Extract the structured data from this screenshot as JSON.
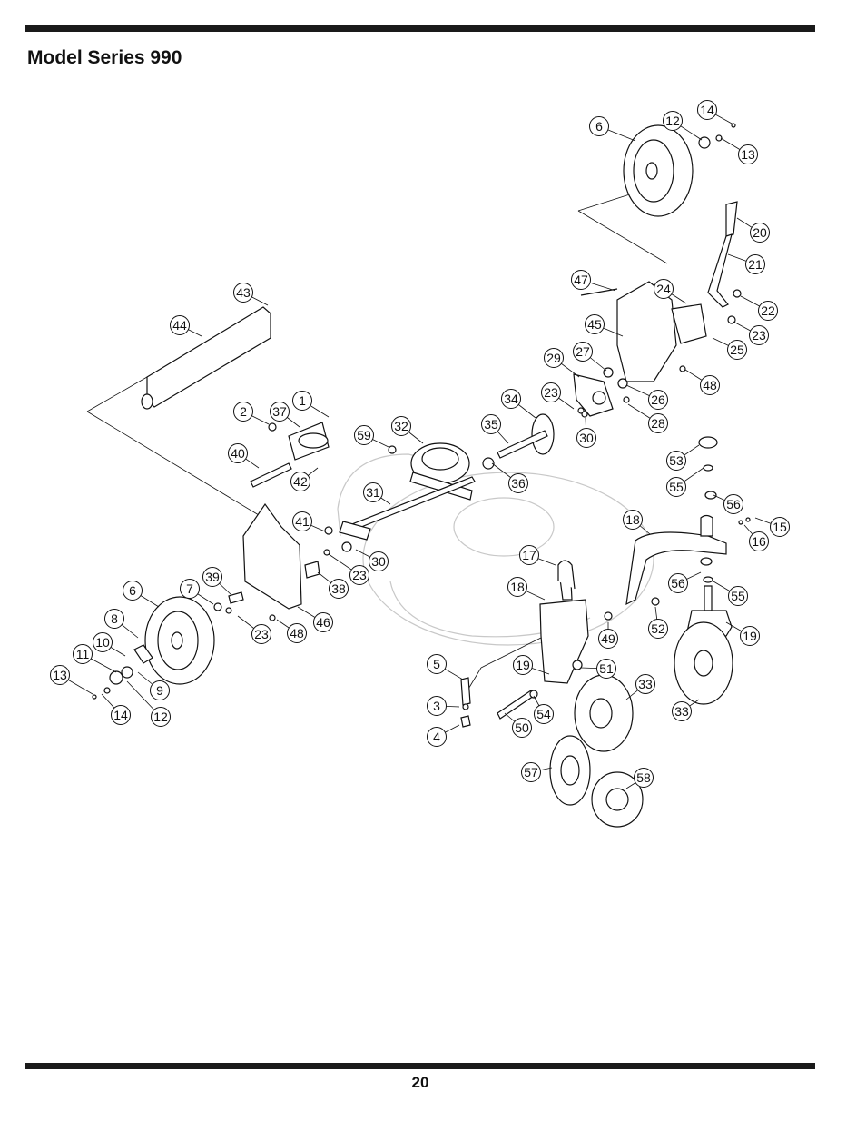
{
  "header": {
    "title": "Model Series 990"
  },
  "footer": {
    "page_number": "20"
  },
  "diagram": {
    "callouts": [
      {
        "id": "c14a",
        "label": "14"
      },
      {
        "id": "c12a",
        "label": "12"
      },
      {
        "id": "c6a",
        "label": "6"
      },
      {
        "id": "c13a",
        "label": "13"
      },
      {
        "id": "c20",
        "label": "20"
      },
      {
        "id": "c21",
        "label": "21"
      },
      {
        "id": "c47",
        "label": "47"
      },
      {
        "id": "c24",
        "label": "24"
      },
      {
        "id": "c22",
        "label": "22"
      },
      {
        "id": "c45",
        "label": "45"
      },
      {
        "id": "c23a",
        "label": "23"
      },
      {
        "id": "c25",
        "label": "25"
      },
      {
        "id": "c27",
        "label": "27"
      },
      {
        "id": "c29",
        "label": "29"
      },
      {
        "id": "c48a",
        "label": "48"
      },
      {
        "id": "c43",
        "label": "43"
      },
      {
        "id": "c44",
        "label": "44"
      },
      {
        "id": "c34",
        "label": "34"
      },
      {
        "id": "c23b",
        "label": "23"
      },
      {
        "id": "c26",
        "label": "26"
      },
      {
        "id": "c28",
        "label": "28"
      },
      {
        "id": "c1",
        "label": "1"
      },
      {
        "id": "c2",
        "label": "2"
      },
      {
        "id": "c37",
        "label": "37"
      },
      {
        "id": "c32",
        "label": "32"
      },
      {
        "id": "c35",
        "label": "35"
      },
      {
        "id": "c30a",
        "label": "30"
      },
      {
        "id": "c59",
        "label": "59"
      },
      {
        "id": "c40",
        "label": "40"
      },
      {
        "id": "c42",
        "label": "42"
      },
      {
        "id": "c36",
        "label": "36"
      },
      {
        "id": "c53",
        "label": "53"
      },
      {
        "id": "c55a",
        "label": "55"
      },
      {
        "id": "c31",
        "label": "31"
      },
      {
        "id": "c56a",
        "label": "56"
      },
      {
        "id": "c41",
        "label": "41"
      },
      {
        "id": "c18a",
        "label": "18"
      },
      {
        "id": "c15",
        "label": "15"
      },
      {
        "id": "c16",
        "label": "16"
      },
      {
        "id": "c17",
        "label": "17"
      },
      {
        "id": "c30b",
        "label": "30"
      },
      {
        "id": "c23c",
        "label": "23"
      },
      {
        "id": "c38",
        "label": "38"
      },
      {
        "id": "c18b",
        "label": "18"
      },
      {
        "id": "c56b",
        "label": "56"
      },
      {
        "id": "c55b",
        "label": "55"
      },
      {
        "id": "c6b",
        "label": "6"
      },
      {
        "id": "c7",
        "label": "7"
      },
      {
        "id": "c39",
        "label": "39"
      },
      {
        "id": "c46",
        "label": "46"
      },
      {
        "id": "c8",
        "label": "8"
      },
      {
        "id": "c23d",
        "label": "23"
      },
      {
        "id": "c48b",
        "label": "48"
      },
      {
        "id": "c52",
        "label": "52"
      },
      {
        "id": "c49",
        "label": "49"
      },
      {
        "id": "c19a",
        "label": "19"
      },
      {
        "id": "c10",
        "label": "10"
      },
      {
        "id": "c11",
        "label": "11"
      },
      {
        "id": "c5",
        "label": "5"
      },
      {
        "id": "c19b",
        "label": "19"
      },
      {
        "id": "c51",
        "label": "51"
      },
      {
        "id": "c13b",
        "label": "13"
      },
      {
        "id": "c9",
        "label": "9"
      },
      {
        "id": "c33a",
        "label": "33"
      },
      {
        "id": "c14b",
        "label": "14"
      },
      {
        "id": "c12b",
        "label": "12"
      },
      {
        "id": "c3",
        "label": "3"
      },
      {
        "id": "c54",
        "label": "54"
      },
      {
        "id": "c33b",
        "label": "33"
      },
      {
        "id": "c4",
        "label": "4"
      },
      {
        "id": "c50",
        "label": "50"
      },
      {
        "id": "c57",
        "label": "57"
      },
      {
        "id": "c58",
        "label": "58"
      }
    ]
  }
}
